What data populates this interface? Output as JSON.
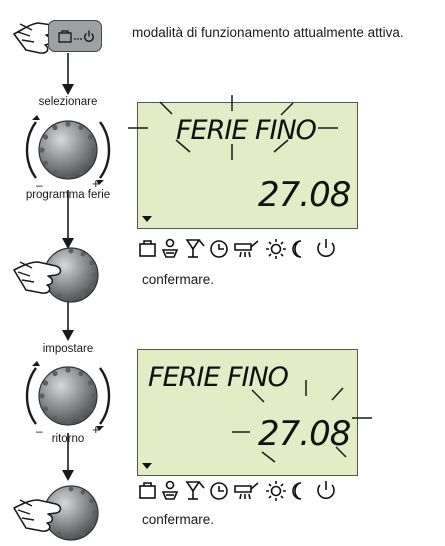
{
  "instructions": {
    "step1_text": "modalità di funzionamento attualmente attiva.",
    "step2_top_label": "selezionare",
    "step2_bottom_label": "programma ferie",
    "step3_text": "confermare.",
    "step4_top_label": "impostare",
    "step4_bottom_label": "ritorno",
    "step5_text": "confermare."
  },
  "knob_marks": {
    "minus": "–",
    "plus": "+"
  },
  "display1": {
    "title": "FERIE FINO",
    "value": "27.08",
    "blinking": "title"
  },
  "display2": {
    "title": "FERIE FINO",
    "value": "27.08",
    "blinking": "value"
  },
  "mode_icons": [
    "briefcase-icon",
    "party-icon",
    "glass-icon",
    "clock-icon",
    "shower-icon",
    "sun-icon",
    "moon-icon",
    "power-icon"
  ],
  "colors": {
    "lcd_background": "#e2edc6",
    "knob": "#8a8d90",
    "line": "#1a1a1a"
  }
}
